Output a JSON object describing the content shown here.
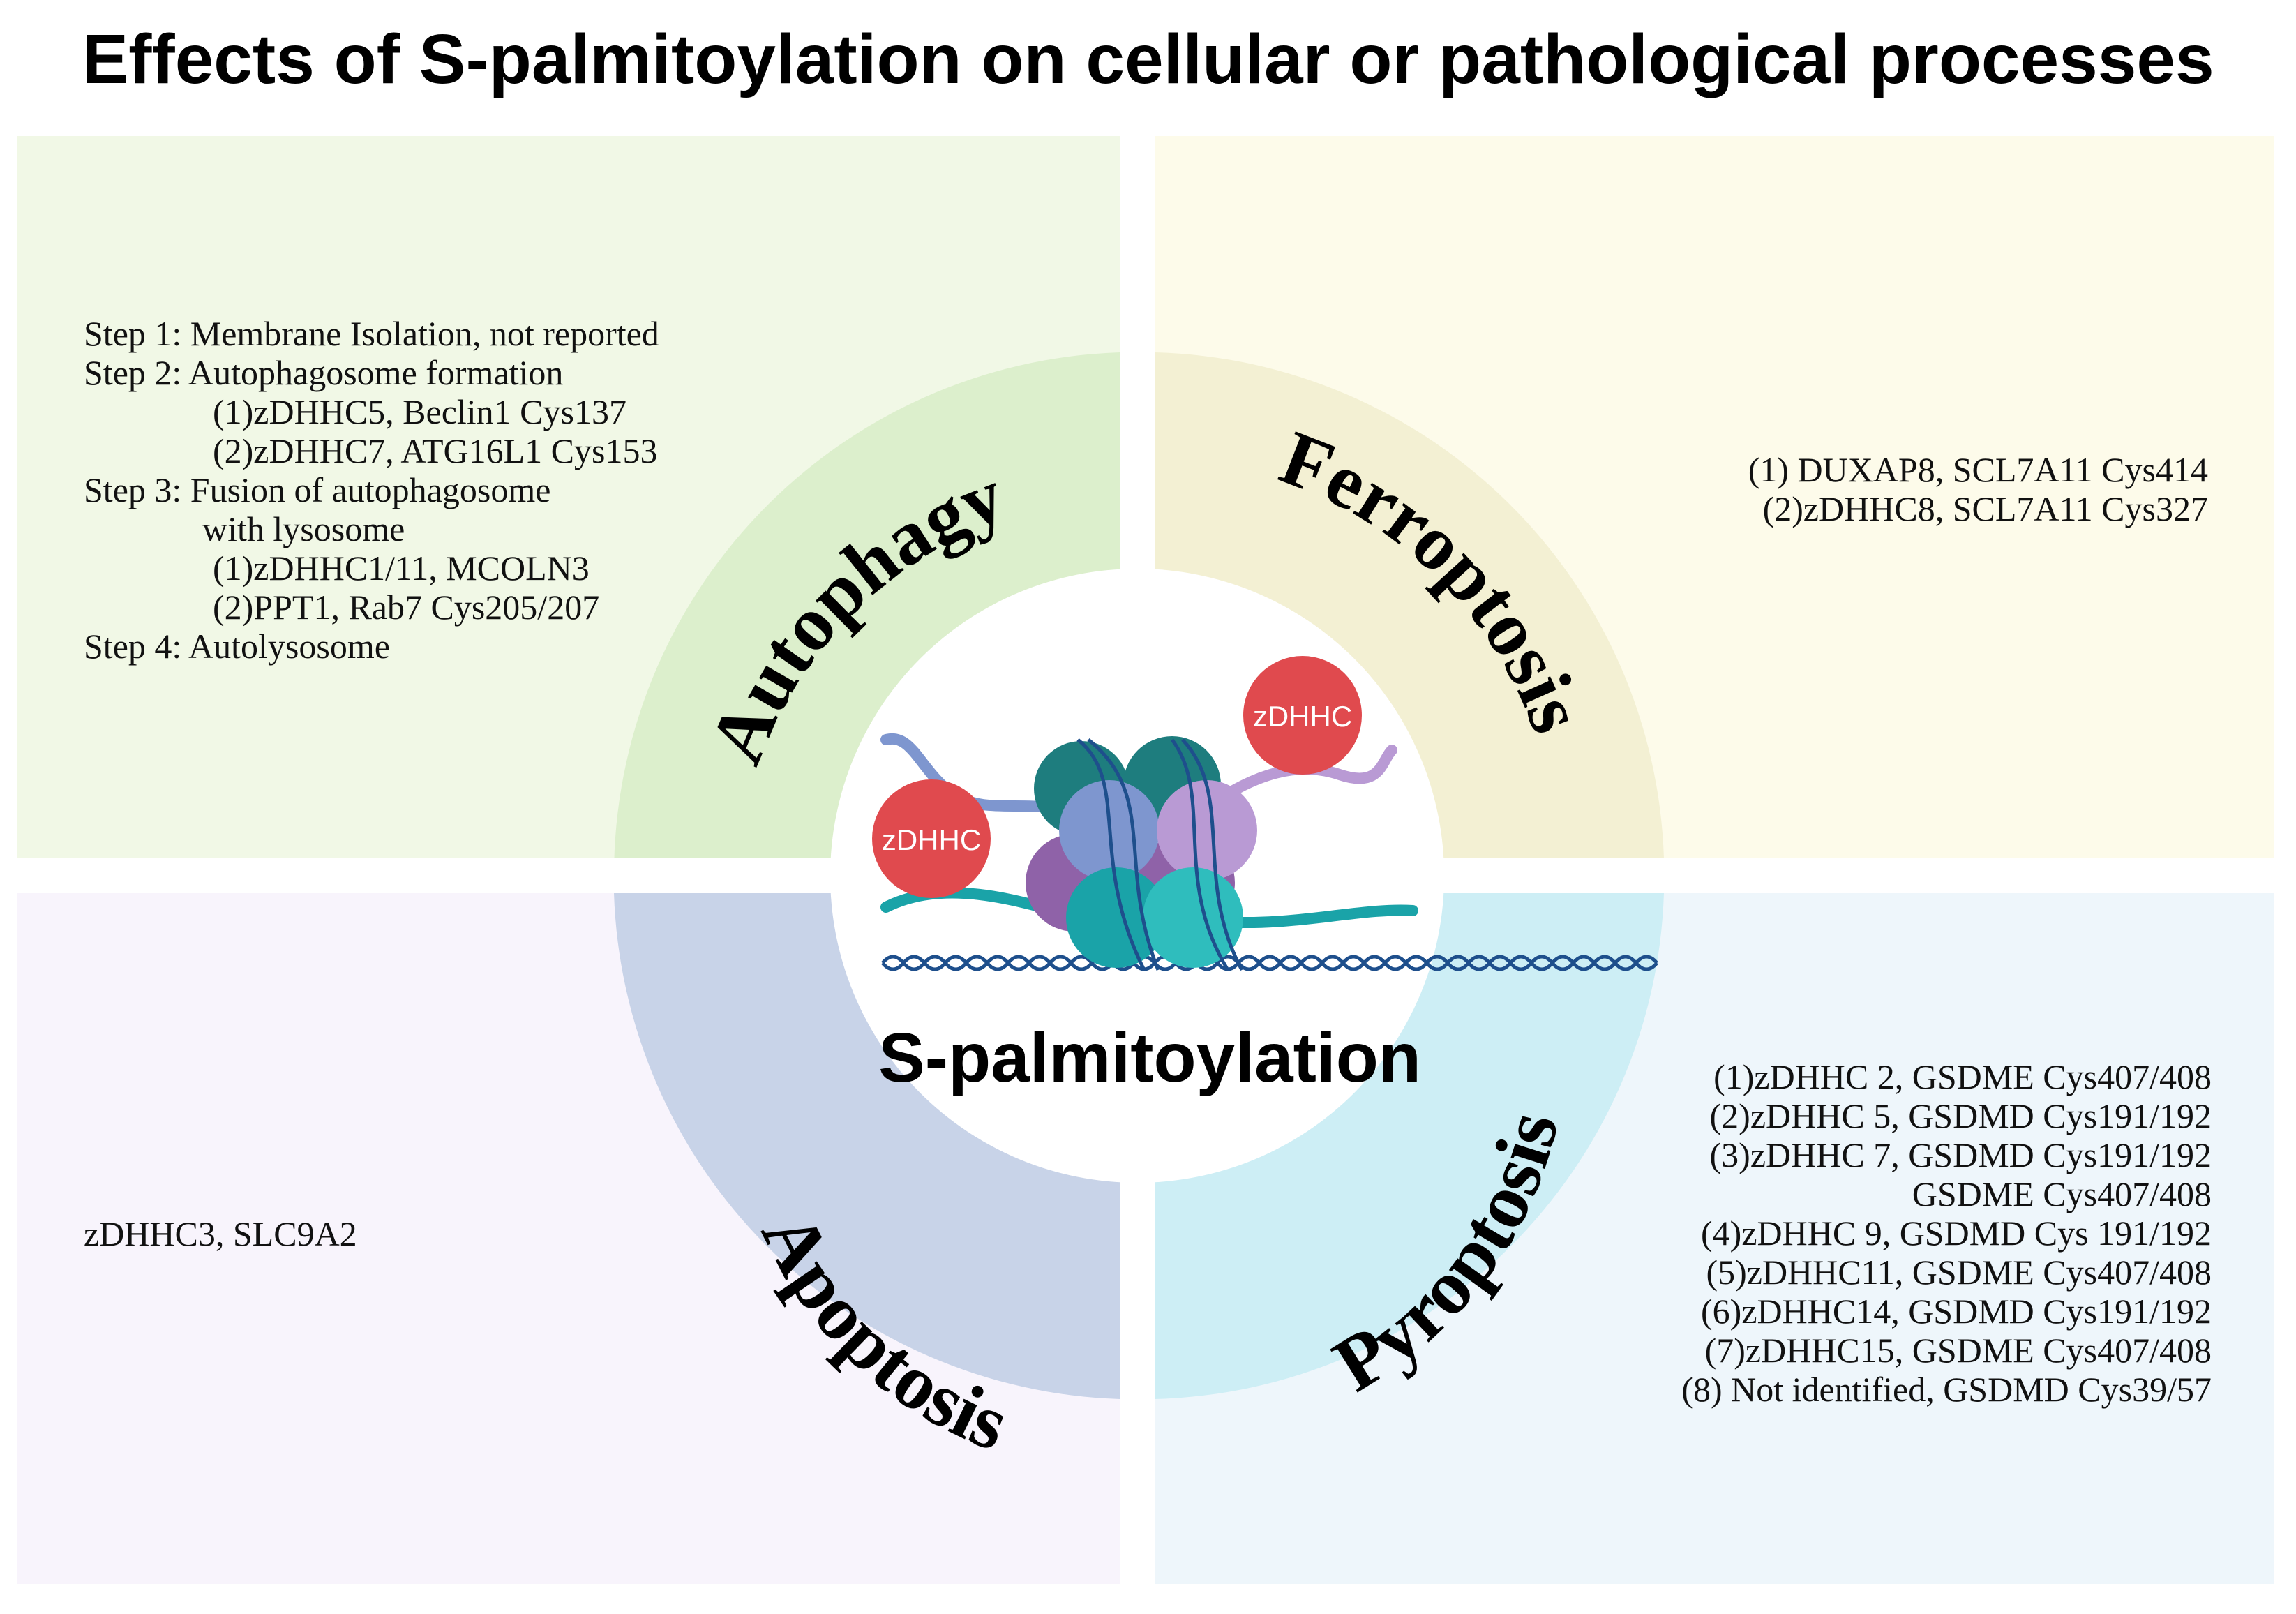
{
  "title": "Effects of S-palmitoylation on cellular or pathological processes",
  "center_label": "S-palmitoylation",
  "enzyme_label": "zDHHC",
  "quadrants": {
    "autophagy": {
      "label": "Autophagy",
      "lines": [
        "Step 1: Membrane Isolation, not reported",
        "Step 2: Autophagosome formation",
        "(1)zDHHC5, Beclin1 Cys137",
        "(2)zDHHC7, ATG16L1 Cys153",
        "Step 3: Fusion of autophagosome",
        "with lysosome",
        "(1)zDHHC1/11,  MCOLN3",
        "(2)PPT1, Rab7  Cys205/207",
        "Step 4: Autolysosome"
      ]
    },
    "ferroptosis": {
      "label": "Ferroptosis",
      "lines": [
        "(1) DUXAP8, SCL7A11 Cys414",
        "(2)zDHHC8, SCL7A11 Cys327"
      ]
    },
    "apoptosis": {
      "label": "Apoptosis",
      "lines": [
        "zDHHC3, SLC9A2"
      ]
    },
    "pyroptosis": {
      "label": "Pyroptosis",
      "lines": [
        "(1)zDHHC 2, GSDME Cys407/408",
        "(2)zDHHC 5, GSDMD Cys191/192",
        "(3)zDHHC 7, GSDMD Cys191/192",
        "GSDME Cys407/408",
        "(4)zDHHC 9, GSDMD Cys 191/192",
        "(5)zDHHC11, GSDME Cys407/408",
        "(6)zDHHC14, GSDMD Cys191/192",
        "(7)zDHHC15, GSDME Cys407/408",
        "(8) Not identified, GSDMD Cys39/57"
      ]
    }
  },
  "colors": {
    "autophagy_bg": "#f1f8e6",
    "autophagy_ring": "#dcefcc",
    "ferroptosis_bg": "#fdfbea",
    "ferroptosis_ring": "#f3f0d3",
    "apoptosis_bg": "#f8f4fc",
    "apoptosis_ring": "#c8d3e8",
    "pyroptosis_bg": "#eef6fb",
    "pyroptosis_ring": "#cdeef5",
    "enzyme": "#e04a4e",
    "teal": "#1aa3a8",
    "purple": "#a583bf",
    "dark_teal": "#1e7d7e",
    "blue": "#7e96cf",
    "dna": "#1e4f8c"
  }
}
